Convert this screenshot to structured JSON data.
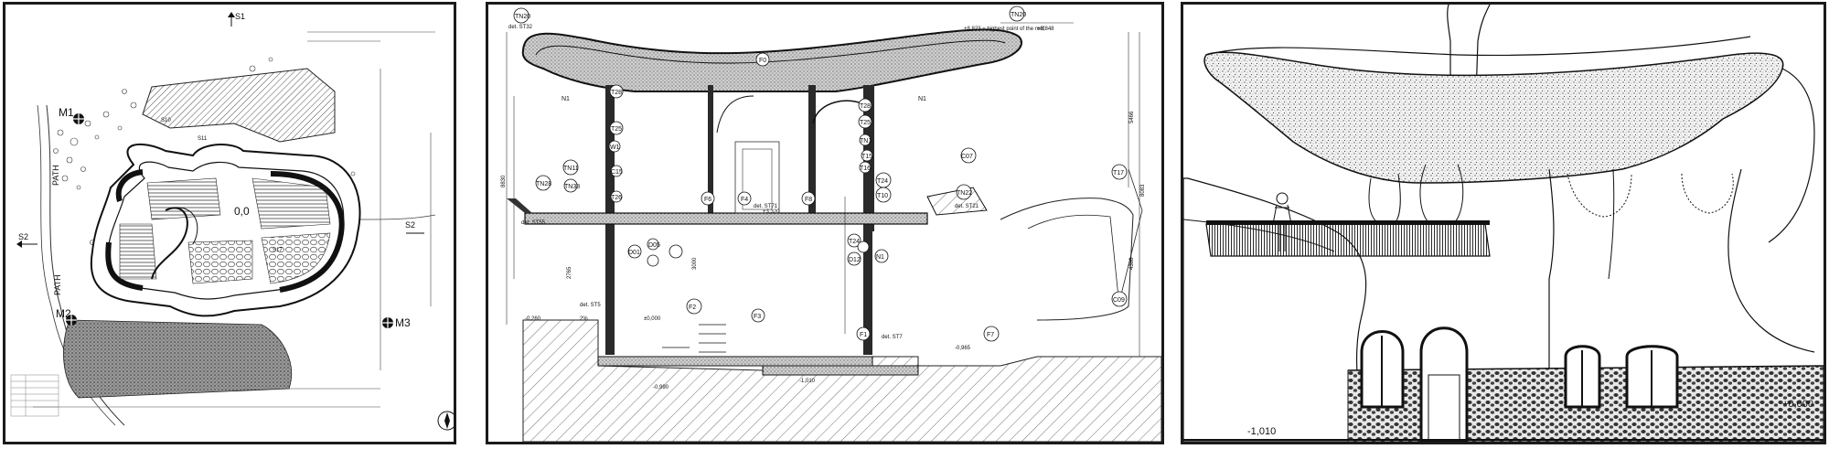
{
  "plan": {
    "labels": {
      "s1": "S1",
      "s2_left": "S2",
      "s2_right": "S2",
      "m1": "M1",
      "m2": "M2",
      "m3": "M3",
      "path_top": "PATH",
      "path_bottom": "PATH",
      "level": "0,0",
      "s10": "S10",
      "s11": "S11",
      "s17": "S17"
    }
  },
  "section": {
    "tags": {
      "f0": "F0",
      "f1": "F1",
      "f2": "F2",
      "f3": "F3",
      "f4": "F4",
      "f6": "F6",
      "f7": "F7",
      "f8": "F8",
      "n1_left": "N1",
      "n1_right": "N1",
      "n1_low": "N1",
      "tn20_left": "TN20",
      "tn20_right": "TN20",
      "t28_a": "T28",
      "t28_b": "T28",
      "t25_a": "T25",
      "t25_b": "T25",
      "w1": "W1",
      "t15": "T15",
      "t16": "T16",
      "tn1": "TN1",
      "tn11": "TN11",
      "tn22": "TN22",
      "tn28": "TN28",
      "tn38": "TN38",
      "t17": "T17",
      "c07": "C07",
      "c15": "C15",
      "t24_a": "T24",
      "t24_b": "T24",
      "t26": "T26",
      "d01": "D01",
      "d05": "D05",
      "d12": "D12",
      "c09": "C09",
      "t10": "T10"
    },
    "dims": {
      "det_st32": "det. ST32",
      "roof_note": "+8,823 = highest point of the roof",
      "roof_level": "+8,848",
      "det_st21": "det. ST21",
      "det_st55": "det. ST55",
      "det_st71": "det. ST71",
      "det_st5": "det. ST5",
      "det_st7": "det. ST7",
      "h_5466": "5466",
      "h_8083": "8083",
      "h_8830": "8830",
      "h_4388": "4388",
      "h_2765": "2765",
      "h_3000": "3000",
      "lvl_m0260": "-0,260",
      "lvl_p0000": "±0,000",
      "lvl_m0965": "-0,965",
      "lvl_m0990": "-0,990",
      "lvl_m1010": "-1,010",
      "lvl_p3320": "+3,320",
      "pct": "2%"
    }
  },
  "elevation": {
    "level_left": "-1,010",
    "level_right": "+0,000"
  }
}
